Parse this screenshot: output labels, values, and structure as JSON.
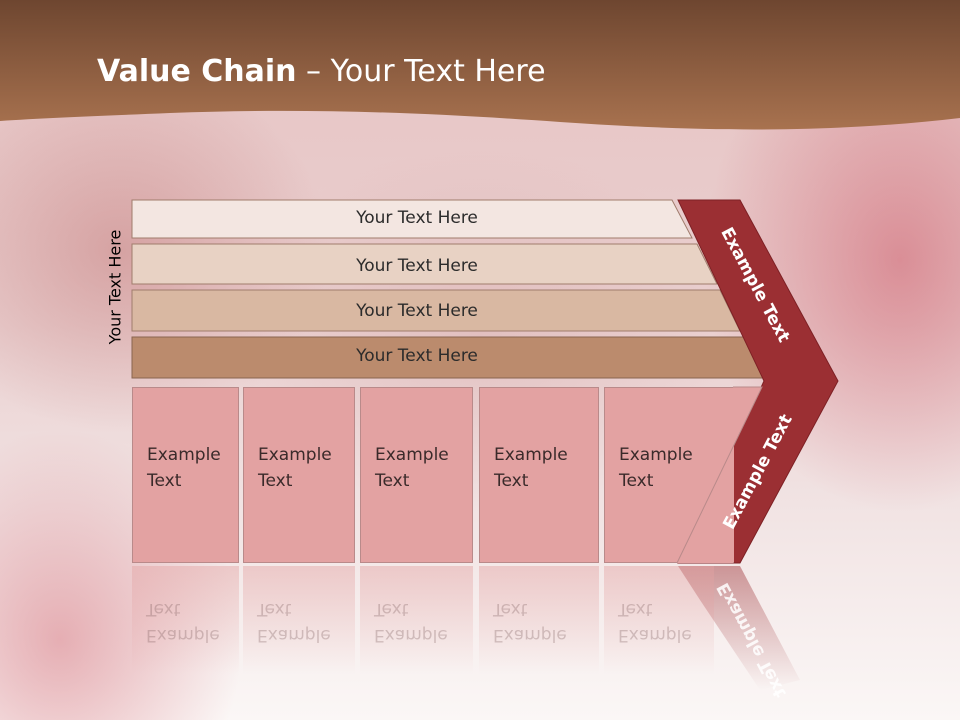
{
  "title": {
    "bold": "Value Chain",
    "rest": " – Your Text Here"
  },
  "side_label": "Your Text Here",
  "bars": [
    {
      "label": "Your Text Here"
    },
    {
      "label": "Your Text Here"
    },
    {
      "label": "Your Text Here"
    },
    {
      "label": "Your Text Here"
    }
  ],
  "boxes": [
    {
      "label": "Example\nText"
    },
    {
      "label": "Example\nText"
    },
    {
      "label": "Example\nText"
    },
    {
      "label": "Example\nText"
    },
    {
      "label": "Example\nText"
    }
  ],
  "chevron": {
    "top_label": "Example Text",
    "bottom_label": "Example Text"
  },
  "colors": {
    "header": "#8a5a3c",
    "chevron": "#9b2f33",
    "bar1": "#f3e6e1",
    "bar2": "#e8d2c4",
    "bar3": "#d9b8a2",
    "bar4": "#bb8b6d",
    "box": "#e3a2a2"
  }
}
